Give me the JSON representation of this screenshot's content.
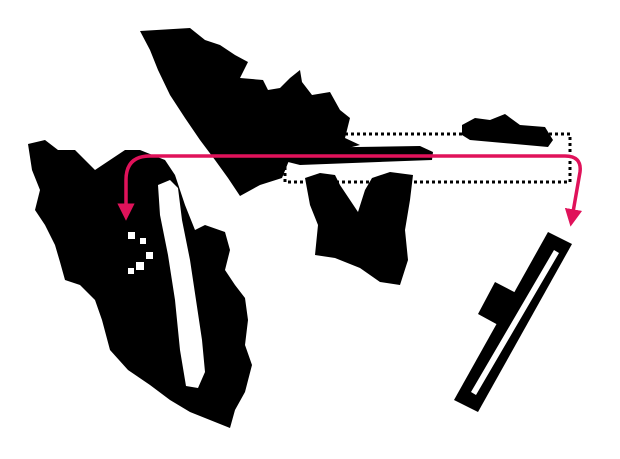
{
  "colors": {
    "background": "#ffffff",
    "shape_fill": "#000000",
    "arrow": "#e0125a",
    "selection_box": "#000000"
  },
  "elements": {
    "left_landmass": {
      "icon": "landmass-silhouette",
      "has_inner_strip": true
    },
    "upper_landmass": {
      "icon": "landmass-silhouette"
    },
    "lower_middle_block": {
      "icon": "landmass-silhouette"
    },
    "extracted_strip": {
      "icon": "elongated-strip"
    },
    "small_top_right_shape": {
      "icon": "small-silhouette"
    },
    "relocated_strip": {
      "icon": "diagonal-strip-with-inner-slot"
    },
    "selection_box": {
      "style": "dotted"
    },
    "arrows": [
      {
        "id": "to-left-landmass",
        "style": "curved",
        "color": "#e0125a"
      },
      {
        "id": "to-right-strip",
        "style": "curved",
        "color": "#e0125a"
      }
    ]
  }
}
